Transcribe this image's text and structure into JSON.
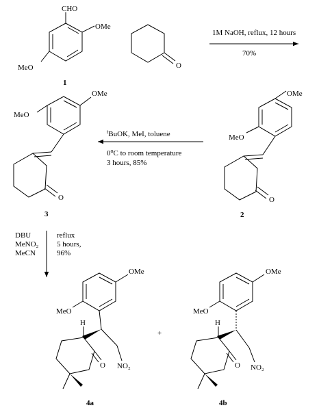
{
  "compounds": {
    "c1": {
      "number": "1",
      "groups": {
        "cho": "CHO",
        "ome_a": "OMe",
        "ome_b": "MeO"
      }
    },
    "ketone": {
      "atom": "O"
    },
    "c2": {
      "number": "2",
      "groups": {
        "ome_a": "OMe",
        "ome_b": "MeO",
        "o": "O"
      }
    },
    "c3": {
      "number": "3",
      "groups": {
        "ome_a": "OMe",
        "ome_b": "MeO",
        "o": "O"
      }
    },
    "c4a": {
      "number": "4a",
      "groups": {
        "ome_a": "OMe",
        "ome_b": "MeO",
        "h": "H",
        "o": "O",
        "no2": "NO₂"
      }
    },
    "c4b": {
      "number": "4b",
      "groups": {
        "ome_a": "OMe",
        "ome_b": "MeO",
        "h": "H",
        "o": "O",
        "no2": "NO₂"
      }
    }
  },
  "plus": "+",
  "steps": {
    "step1": {
      "line1": "1M NaOH, reflux, 12 hours",
      "line2": "70%"
    },
    "step2": {
      "line1_sup": "t",
      "line1": "BuOK, MeI,  toluene",
      "line2_pre": "0",
      "line2_sup": "o",
      "line2_post": "C to room temperature",
      "line3": "3 hours, 85%"
    },
    "step3": {
      "reagents": [
        "DBU",
        "MeNO₂",
        "MeCN"
      ],
      "conditions": [
        "reflux",
        "5 hours,",
        "96%"
      ]
    }
  }
}
